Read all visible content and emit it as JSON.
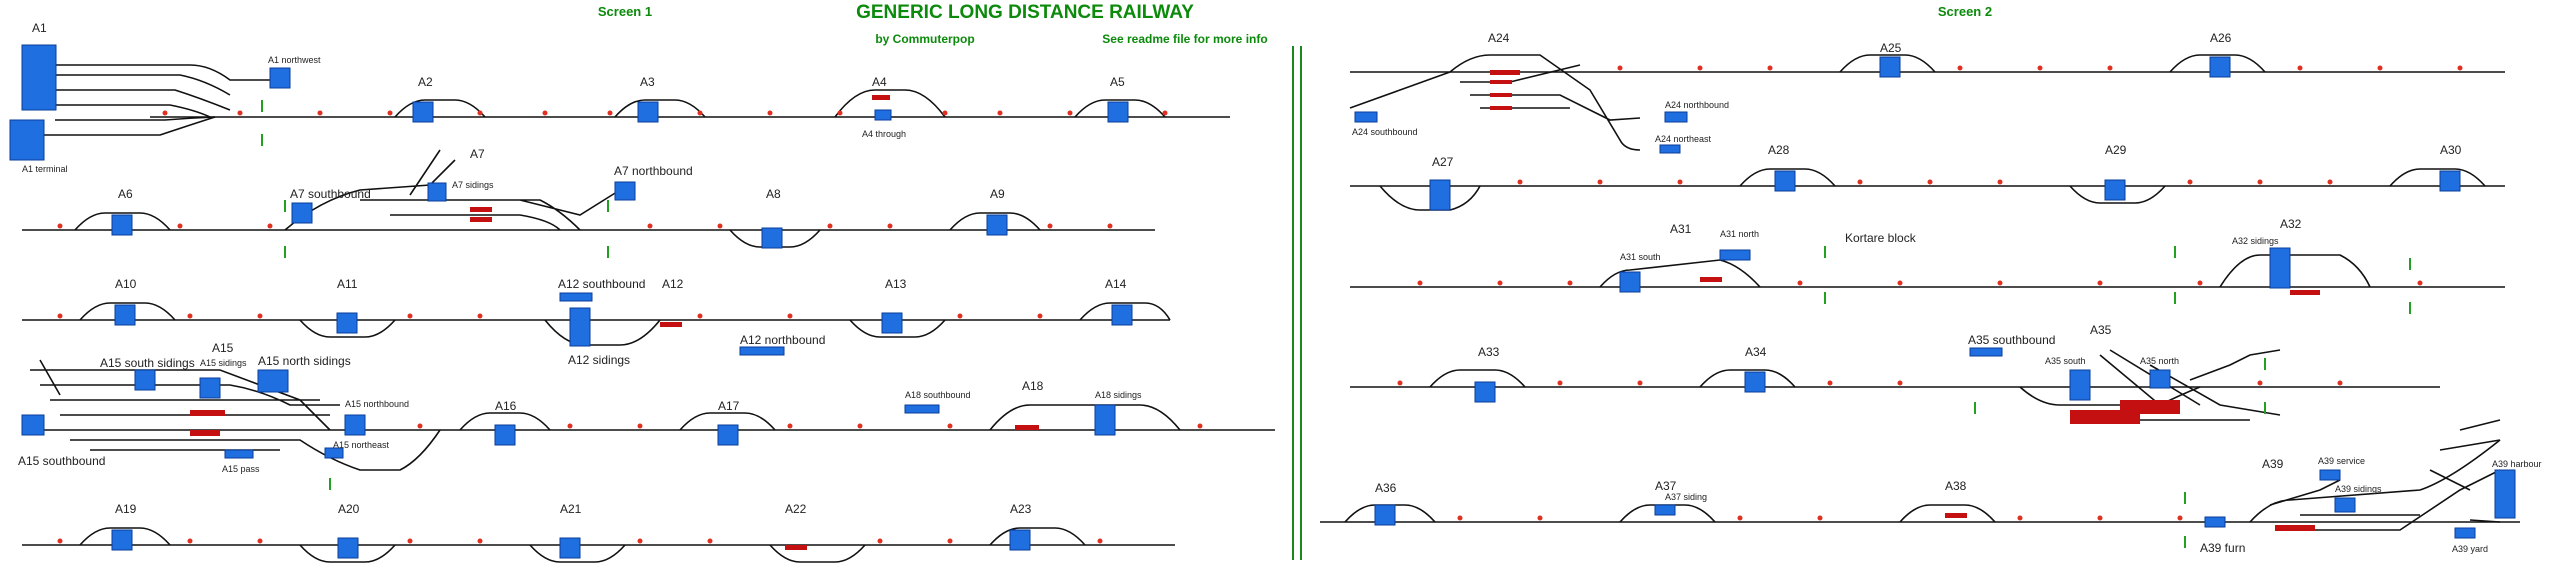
{
  "header": {
    "title": "GENERIC LONG DISTANCE RAILWAY",
    "byline": "by Commuterpop",
    "readme": "See readme file for more info",
    "screen1": "Screen 1",
    "screen2": "Screen 2"
  },
  "colors": {
    "header_green": "#0c8a0c",
    "divider_green": "#1a8a1a",
    "platform_blue": "#1f6fe0",
    "siding_red": "#c41010",
    "signal_red": "#e03020",
    "track_black": "#111111"
  },
  "screen1": {
    "rows": [
      [
        "A1",
        "A2",
        "A3",
        "A4",
        "A5"
      ],
      [
        "A6",
        "A7",
        "A8",
        "A9"
      ],
      [
        "A10",
        "A11",
        "A12",
        "A13",
        "A14"
      ],
      [
        "A15",
        "A16",
        "A17",
        "A18"
      ],
      [
        "A19",
        "A20",
        "A21",
        "A22",
        "A23"
      ]
    ],
    "sublabels": [
      "A1 northwest",
      "A1 terminal",
      "A4 through",
      "A7 southbound",
      "A7 sidings",
      "A7 northbound",
      "A12 southbound",
      "A12 sidings",
      "A12 northbound",
      "A15 south sidings",
      "A15 sidings",
      "A15 north sidings",
      "A15 northbound",
      "A15 southbound",
      "A15 northeast",
      "A15 pass",
      "A18 southbound",
      "A18 sidings"
    ]
  },
  "screen2": {
    "rows": [
      [
        "A24",
        "A25",
        "A26"
      ],
      [
        "A27",
        "A28",
        "A29",
        "A30"
      ],
      [
        "A31",
        "A32"
      ],
      [
        "A33",
        "A34",
        "A35"
      ],
      [
        "A36",
        "A37",
        "A38",
        "A39"
      ]
    ],
    "sublabels": [
      "A24 southbound",
      "A24 northbound",
      "A24 northeast",
      "A31 south",
      "A31 north",
      "Kortare block",
      "A32 sidings",
      "A35 southbound",
      "A35 south",
      "A35 north",
      "A37 siding",
      "A39 service",
      "A39 sidings",
      "A39 harbour",
      "A39 yard",
      "A39 furn"
    ]
  }
}
